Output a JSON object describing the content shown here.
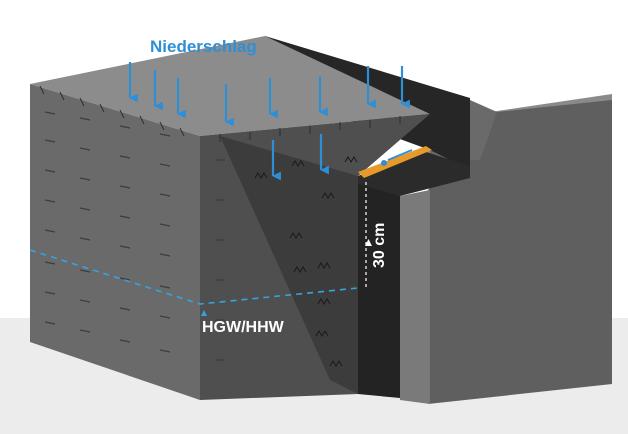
{
  "labels": {
    "precipitation": "Niederschlag",
    "groundwater": "HGW/HHW",
    "height": "30 cm"
  },
  "icons": {
    "rain_arrow": "arrow-down-icon",
    "soil_texture": "grass-tuft-icon",
    "level_marker": "triangle-up-icon"
  },
  "colors": {
    "accent_blue": "#2f8fd6",
    "waterline_blue": "#35a4dc",
    "bracket": "#e59a2a",
    "membrane": "#262626",
    "soil": "#6a6a6a",
    "wall": "#5c5c5c"
  }
}
